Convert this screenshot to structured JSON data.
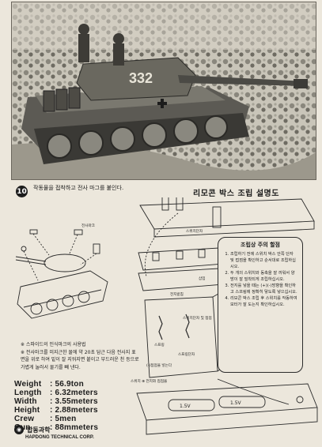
{
  "step": {
    "number": "10",
    "text": "작동물을 접착하고 전사 마그를 붙인다."
  },
  "instruction_title": "리모콘 박스 조립 설명도",
  "tank_art": {
    "turret_number": "332"
  },
  "callouts": {
    "decal": "전사마크",
    "switch_terminal": "스위치단자",
    "battery_plate": "전지판",
    "insert_wire": "삽입",
    "battery_holder": "전지받침",
    "contact_switch": "스위치단자 및 접점",
    "spring": "스프링",
    "spring_terminal": "스프링단자",
    "negative_terminal": "(-)접점을 넣는다",
    "battery_polarity": "스위치 ⊕ 전지와 접점을"
  },
  "battery_labels": [
    "1.5V",
    "1.5V"
  ],
  "caution": {
    "title": "조립상 주의 할점",
    "items": [
      "조립하기 전에 스위치 박스 안쪽 단자 및 접점을 확인하고 순서대로 조립하십시오.",
      "두 개의 스위치와 동축을 잘 끼워서 양방이 잘 밀착되게 조립하십시오.",
      "전지를 넣을 때는 (+)(-)방향을 확인하고 스프링에 정확히 닿도록 넣으십시오.",
      "리모콘 박스 조립 후 스위치를 작동하여 모터가 잘 도는지 확인하십시오."
    ]
  },
  "notes": [
    "※ 스파이드의 인식마크의 사용법",
    "※ 전사마크를 미지근한 물에 약 20초 담근 다음 전사지 표면을 위로 하여 밑이 잘 지워지면 붙이고 부드러운 천 등으로 가볍게 눌러서 물기를 빼 낸다."
  ],
  "specs": [
    {
      "label": "Weight",
      "value": ": 56.9ton"
    },
    {
      "label": "Length",
      "value": ": 6.32meters"
    },
    {
      "label": "Width",
      "value": ": 3.55meters"
    },
    {
      "label": "Height",
      "value": ": 2.88meters"
    },
    {
      "label": "Crew",
      "value": ": 5men"
    },
    {
      "label": "Gun",
      "value": ": 88mmeters"
    }
  ],
  "brand": {
    "korean": "합동과학",
    "english": "HAPDONG TECHNICAL CORP."
  }
}
